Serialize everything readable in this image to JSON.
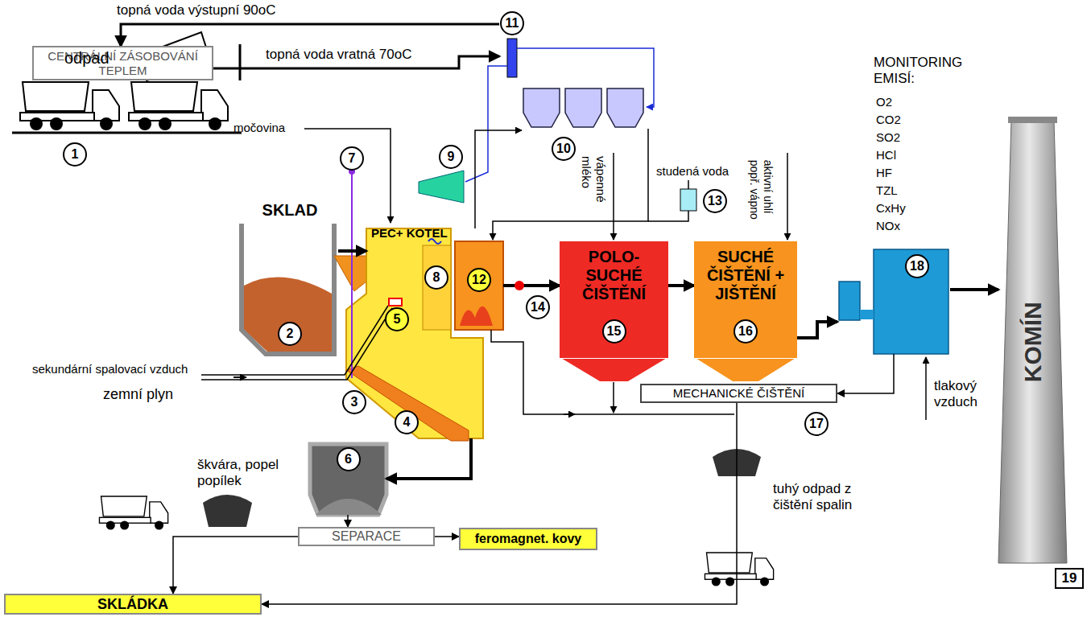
{
  "diagram": {
    "nodes": [
      {
        "text": [
          "CENTRÁLNÍ ZÁSOBOVÁNÍ TEPLEM"
        ]
      },
      {
        "text": [
          "11"
        ]
      },
      {
        "text": [
          "SKLAD",
          "2"
        ]
      },
      {
        "text": [
          "PEC+ KOTEL"
        ]
      },
      {
        "text": [
          "POLO-SUCHÉ ČIŠTĚNÍ",
          "15"
        ]
      },
      {
        "text": [
          "SUCHÉ ČIŠTĚNÍ + JIŠTĚNÍ",
          "16"
        ]
      },
      {
        "text": [
          "18"
        ]
      },
      {
        "text": [
          "KOMÍN"
        ]
      },
      {
        "text": [
          "MECHANICKÉ ČIŠTĚNÍ"
        ]
      },
      {
        "text": [
          "6"
        ]
      },
      {
        "text": [
          "SEPARACE"
        ]
      },
      {
        "text": [
          "feromagnet. kovy"
        ]
      },
      {
        "text": [
          "SKLÁDKA"
        ]
      }
    ],
    "edges": [
      {
        "from": 1,
        "to": 0,
        "arrow": "to",
        "label": "topná voda výstupní 90oC"
      },
      {
        "from": 0,
        "to": 1,
        "arrow": "to",
        "label": "topná voda vratná 70oC"
      },
      {
        "from": 2,
        "to": 3,
        "arrow": "to"
      },
      {
        "from": 3,
        "to": 4,
        "arrow": "to"
      },
      {
        "from": 4,
        "to": 5,
        "arrow": "to"
      },
      {
        "from": 5,
        "to": 6,
        "arrow": "to"
      },
      {
        "from": 6,
        "to": 7,
        "arrow": "to"
      },
      {
        "from": 6,
        "to": 8,
        "arrow": "to"
      },
      {
        "from": 3,
        "to": 9,
        "arrow": "to"
      },
      {
        "from": 9,
        "to": 10,
        "arrow": "to"
      },
      {
        "from": 10,
        "to": 11,
        "arrow": "to"
      },
      {
        "from": 10,
        "to": 12,
        "arrow": "to"
      },
      {
        "from": 8,
        "to": 12,
        "arrow": "to"
      }
    ],
    "labels": [
      "odpad",
      "1",
      "3",
      "4",
      "5",
      "7",
      "8",
      "9",
      "10",
      "12",
      "13",
      "14",
      "17",
      "močovina",
      "sekundární spalovací vzduch",
      "zemní plyn",
      "vápenné mléko",
      "studená voda",
      "aktivní uhlí popř. vápno",
      "MONITORING EMISÍ:",
      "O2",
      "CO2",
      "SO2",
      "HCl",
      "HF",
      "TZL",
      "CxHy",
      "NOx",
      "tlakový vzduch",
      "škvára, popel popílek",
      "tuhý odpad z čištění spalin",
      "19"
    ]
  }
}
